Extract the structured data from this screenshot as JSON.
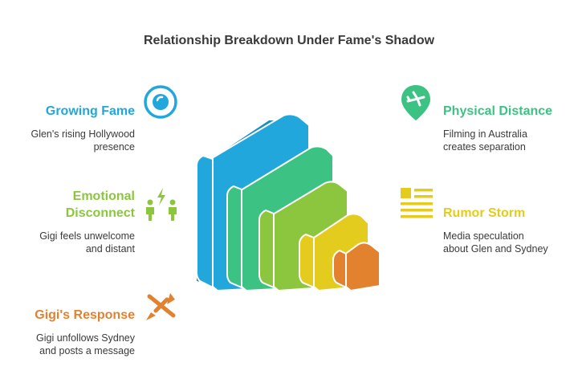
{
  "title": "Relationship Breakdown Under Fame's Shadow",
  "colors": {
    "blue": "#22a7dc",
    "green": "#3cc383",
    "lime": "#8cc63f",
    "yellow": "#e3cc1d",
    "orange": "#e2822f",
    "text": "#3a3a3a"
  },
  "items": [
    {
      "heading": "Growing Fame",
      "line1": "Glen's rising Hollywood",
      "line2": "presence",
      "icon": "eye-icon"
    },
    {
      "heading": "Physical Distance",
      "line1": "Filming in Australia",
      "line2": "creates separation",
      "icon": "airplane-pin-icon"
    },
    {
      "heading_line1": "Emotional",
      "heading_line2": "Disconnect",
      "line1": "Gigi feels unwelcome",
      "line2": "and distant",
      "icon": "conflict-people-icon"
    },
    {
      "heading": "Rumor Storm",
      "line1": "Media speculation",
      "line2": "about Glen and Sydney",
      "icon": "news-icon"
    },
    {
      "heading": "Gigi's Response",
      "line1": "Gigi unfollows Sydney",
      "line2": "and posts a message",
      "icon": "crashed-plane-icon"
    }
  ]
}
